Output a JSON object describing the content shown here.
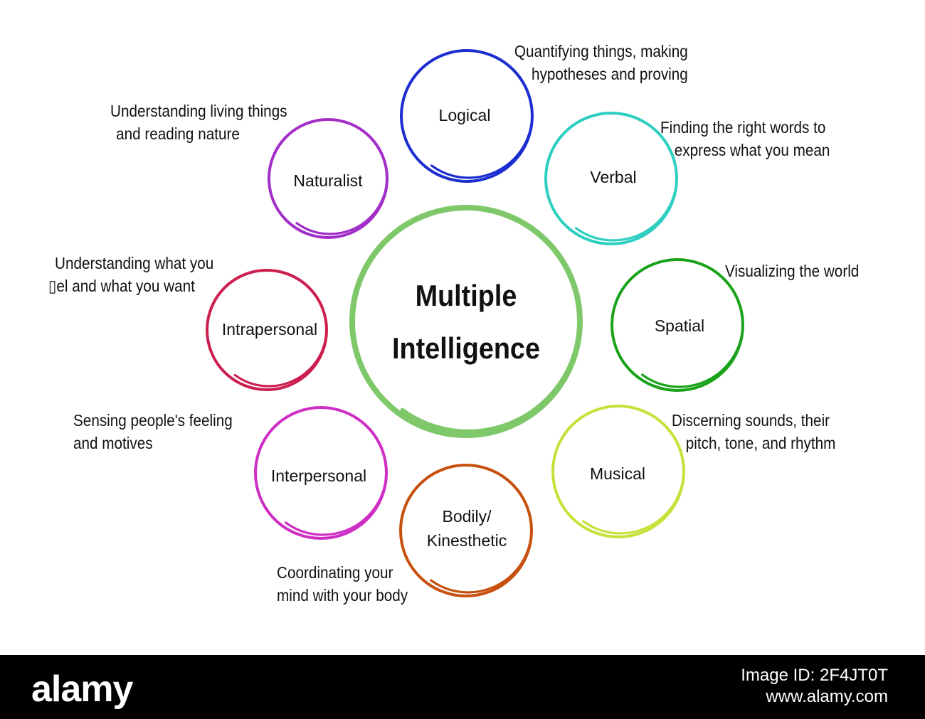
{
  "diagram": {
    "center": {
      "title_line1": "Multiple",
      "title_line2": "Intelligence",
      "color": "#7ec86a"
    },
    "nodes": [
      {
        "id": "logical",
        "label": "Logical",
        "color": "#1c2ecf",
        "description": [
          "Quantifying things, making",
          "hypotheses and proving"
        ]
      },
      {
        "id": "verbal",
        "label": "Verbal",
        "color": "#2ecfc0",
        "description": [
          "Finding the right words to",
          "express what you mean"
        ]
      },
      {
        "id": "spatial",
        "label": "Spatial",
        "color": "#1aa31a",
        "description": [
          "Visualizing the world"
        ]
      },
      {
        "id": "musical",
        "label": "Musical",
        "color": "#c8e03a",
        "description": [
          "Discerning sounds, their",
          "pitch, tone, and rhythm"
        ]
      },
      {
        "id": "bodily",
        "label_line1": "Bodily/",
        "label_line2": "Kinesthetic",
        "color": "#c8500e",
        "description": [
          "Coordinating your",
          "mind with your body"
        ]
      },
      {
        "id": "interpersonal",
        "label": "Interpersonal",
        "color": "#cf2ec4",
        "description": [
          "Sensing people's feeling",
          "and motives"
        ]
      },
      {
        "id": "intrapersonal",
        "label": "Intrapersonal",
        "color": "#cc1f50",
        "description": [
          "Understanding what you",
          "▯el and what you want"
        ]
      },
      {
        "id": "naturalist",
        "label": "Naturalist",
        "color": "#a22ec8",
        "description": [
          "Understanding living things",
          "and reading nature"
        ]
      }
    ]
  },
  "watermark": {
    "brand": "alamy",
    "image_id_line1": "Image ID: 2F4JT0T",
    "image_id_line2": "www.alamy.com"
  }
}
